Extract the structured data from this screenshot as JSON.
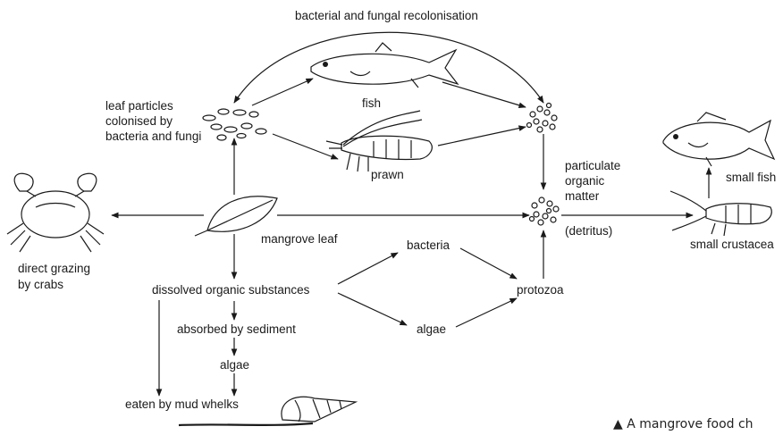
{
  "diagram": {
    "nodes": {
      "recolonisation": "bacterial and fungal recolonisation",
      "leaf_particles": [
        "leaf particles",
        "colonised by",
        "bacteria and fungi"
      ],
      "fish": "fish",
      "prawn": "prawn",
      "particulate": [
        "particulate",
        "organic",
        "matter"
      ],
      "detritus": "(detritus)",
      "small_fish": "small fish",
      "small_crustacea": "small crustacea",
      "direct_grazing": [
        "direct grazing",
        "by crabs"
      ],
      "mangrove_leaf": "mangrove leaf",
      "bacteria": "bacteria",
      "dissolved": "dissolved organic substances",
      "protozoa": "protozoa",
      "algae_right": "algae",
      "absorbed": "absorbed by sediment",
      "algae_left": "algae",
      "mud_whelks": "eaten by mud whelks"
    },
    "caption": "▲ A mangrove food ch"
  }
}
